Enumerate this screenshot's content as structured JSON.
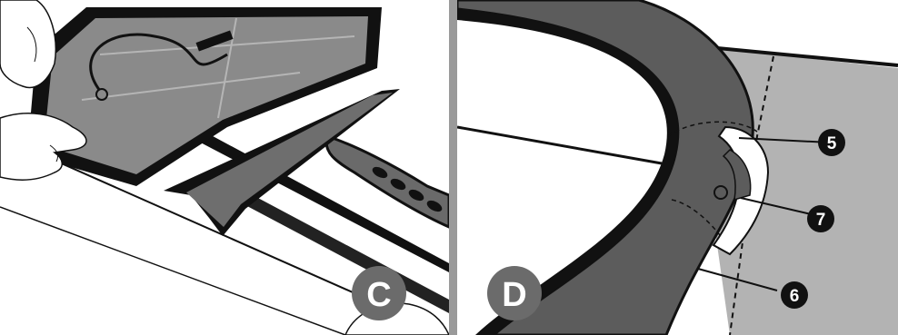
{
  "panels": [
    {
      "id": "panel-c",
      "letter": "C"
    },
    {
      "id": "panel-d",
      "letter": "D"
    }
  ],
  "callouts": [
    {
      "label": "5"
    },
    {
      "label": "7"
    },
    {
      "label": "6"
    }
  ],
  "colors": {
    "outline": "#111111",
    "dark_grey": "#5c5c5c",
    "mid_grey": "#8a8a8a",
    "light_grey": "#b3b3b3",
    "panel_divider": "#9a9a9a",
    "badge": "#6b6b6b",
    "callout_fill": "#111111"
  }
}
